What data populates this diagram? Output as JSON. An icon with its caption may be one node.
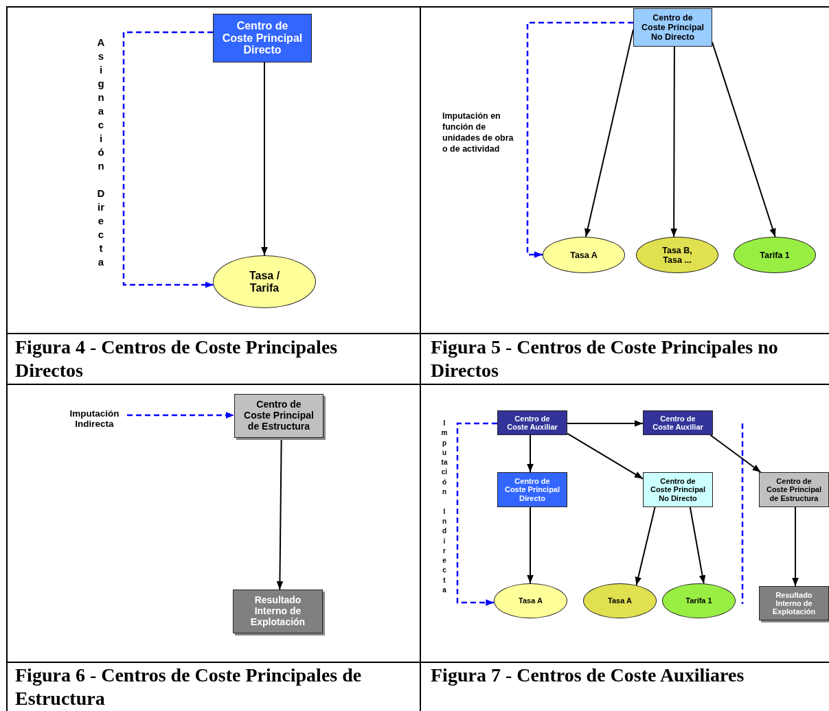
{
  "diagram": {
    "nodes": [
      {
        "text": [
          "Centro de Coste Principal Directo"
        ]
      },
      {
        "text": [
          "Tasa / Tarifa"
        ]
      },
      {
        "text": [
          "Centro de Coste Principal No Directo"
        ]
      },
      {
        "text": [
          "Tasa A"
        ]
      },
      {
        "text": [
          "Tasa B, Tasa ..."
        ]
      },
      {
        "text": [
          "Tarifa 1"
        ]
      },
      {
        "text": [
          "Imputación Indirecta"
        ]
      },
      {
        "text": [
          "Centro de Coste Principal de Estructura"
        ]
      },
      {
        "text": [
          "Resultado Interno de Explotación"
        ]
      },
      {
        "text": [
          "Centro de Coste Auxiliar"
        ]
      },
      {
        "text": [
          "Centro de Coste Auxiliar"
        ]
      },
      {
        "text": [
          "Centro de Coste Principal Directo"
        ]
      },
      {
        "text": [
          "Centro de Coste Principal No Directo"
        ]
      },
      {
        "text": [
          "Centro de Coste Principal de Estructura"
        ]
      },
      {
        "text": [
          "Tasa A"
        ]
      },
      {
        "text": [
          "Tasa A"
        ]
      },
      {
        "text": [
          "Tarifa 1"
        ]
      },
      {
        "text": [
          "Resultado Interno de Explotación"
        ]
      }
    ],
    "edges": [
      {
        "from": 0,
        "to": 1,
        "arrow": "to"
      },
      {
        "from": 0,
        "to": 1,
        "arrow": "to",
        "style": "dashed",
        "color": "#0000ff"
      },
      {
        "from": 2,
        "to": 3,
        "arrow": "to"
      },
      {
        "from": 2,
        "to": 4,
        "arrow": "to"
      },
      {
        "from": 2,
        "to": 5,
        "arrow": "to"
      },
      {
        "from": 2,
        "to": 3,
        "arrow": "to",
        "style": "dashed",
        "color": "#0000ff"
      },
      {
        "from": 6,
        "to": 7,
        "arrow": "to",
        "style": "dashed",
        "color": "#0000ff"
      },
      {
        "from": 7,
        "to": 8,
        "arrow": "to"
      },
      {
        "from": 9,
        "to": 10,
        "arrow": "to"
      },
      {
        "from": 9,
        "to": 11,
        "arrow": "to"
      },
      {
        "from": 9,
        "to": 12,
        "arrow": "to"
      },
      {
        "from": 10,
        "to": 13,
        "arrow": "to"
      },
      {
        "from": 11,
        "to": 14,
        "arrow": "to"
      },
      {
        "from": 12,
        "to": 15,
        "arrow": "to"
      },
      {
        "from": 12,
        "to": 16,
        "arrow": "to"
      },
      {
        "from": 13,
        "to": 17,
        "arrow": "to"
      },
      {
        "from": 9,
        "to": 14,
        "arrow": "to",
        "style": "dashed",
        "color": "#0000ff"
      }
    ],
    "labels": [
      "Asignación Directa",
      "Imputación en función de unidades de obra o de actividad",
      "Figura 4 - Centros de Coste Principales Directos",
      "Figura 5 - Centros de Coste Principales no Directos",
      "Imputación Indirecta",
      "Figura 6 - Centros de Coste Principales de Estructura",
      "Figura 7 - Centros de Coste Auxiliares"
    ]
  }
}
